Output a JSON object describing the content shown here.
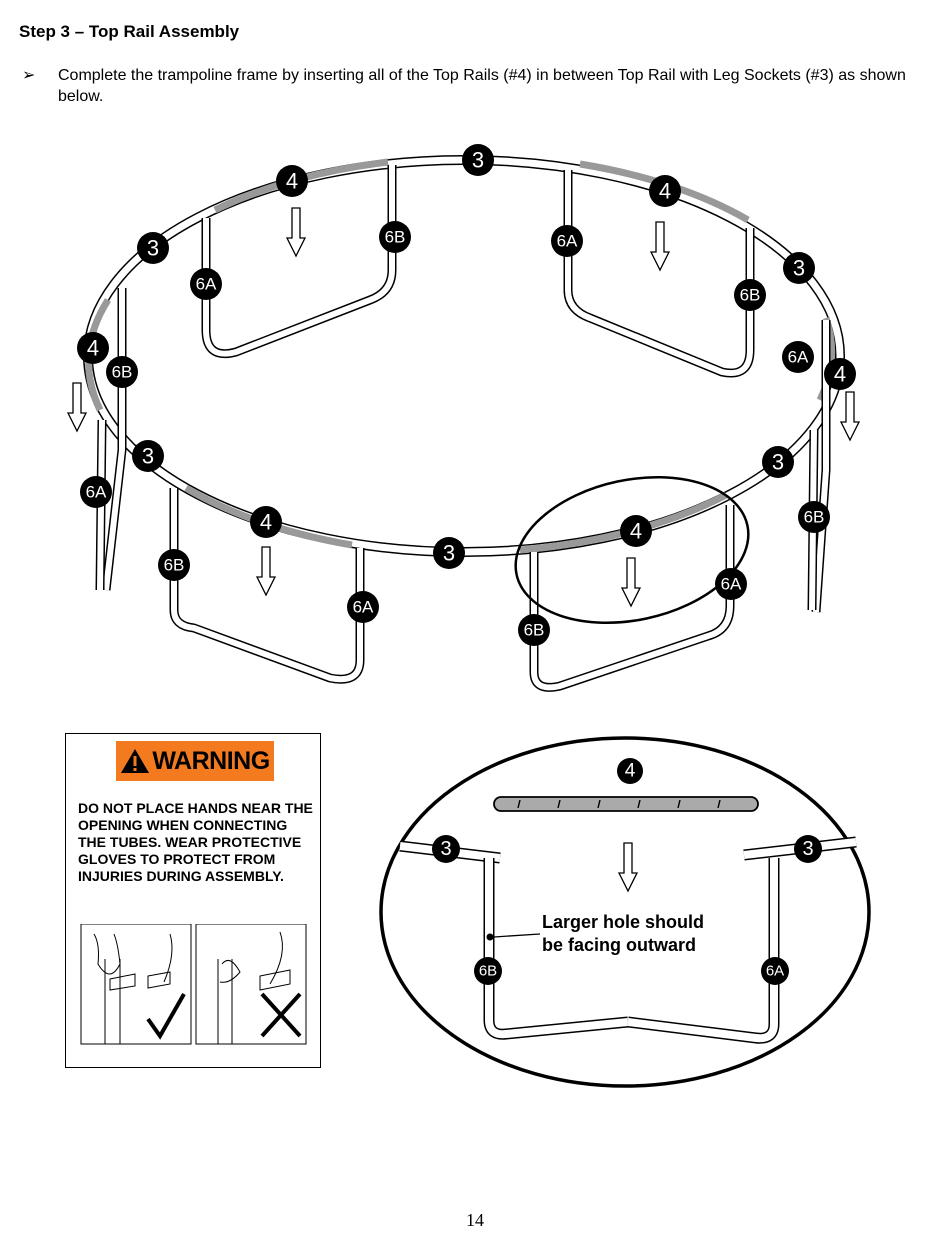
{
  "step_title": "Step 3 – Top Rail Assembly",
  "bullet_symbol": "➢",
  "instruction": "Complete the trampoline frame by inserting all of the Top Rails (#4) in between Top Rail with Leg Sockets (#3) as shown below.",
  "part_labels": {
    "top_rail": "4",
    "top_rail_socket": "3",
    "leg_a": "6A",
    "leg_b": "6B"
  },
  "warning": {
    "banner_text": "WARNING",
    "body": "DO NOT PLACE HANDS NEAR THE OPENING WHEN CONNECTING THE TUBES. WEAR PROTECTIVE GLOVES TO PROTECT FROM INJURIES DURING ASSEMBLY.",
    "banner_color": "#f47a20"
  },
  "detail_callout": {
    "line1": "Larger hole should",
    "line2": "be facing outward"
  },
  "page_number": "14",
  "icons": [
    "warning-triangle-icon",
    "checkmark-icon",
    "cross-icon",
    "down-arrow-icon"
  ]
}
